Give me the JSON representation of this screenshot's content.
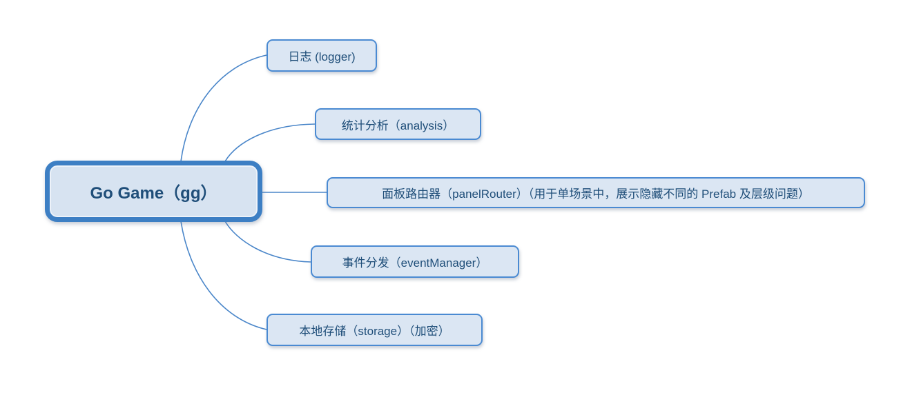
{
  "diagram": {
    "type": "mindmap",
    "root": {
      "label": "Go Game（gg）"
    },
    "children": [
      {
        "id": "logger",
        "label": "日志 (logger)"
      },
      {
        "id": "analysis",
        "label": "统计分析（analysis）"
      },
      {
        "id": "panelRouter",
        "label": "面板路由器（panelRouter）（用于单场景中，展示隐藏不同的 Prefab 及层级问题）"
      },
      {
        "id": "eventManager",
        "label": "事件分发（eventManager）"
      },
      {
        "id": "storage",
        "label": "本地存储（storage）（加密）"
      }
    ],
    "colors": {
      "background": "#ffffff",
      "connector_line": "#4a86c9",
      "root_border": "#3d7fc4",
      "root_fill": "#d7e3f1",
      "child_border": "#4a8ad2",
      "child_fill": "#dbe6f3",
      "text": "#1f4e79"
    }
  }
}
